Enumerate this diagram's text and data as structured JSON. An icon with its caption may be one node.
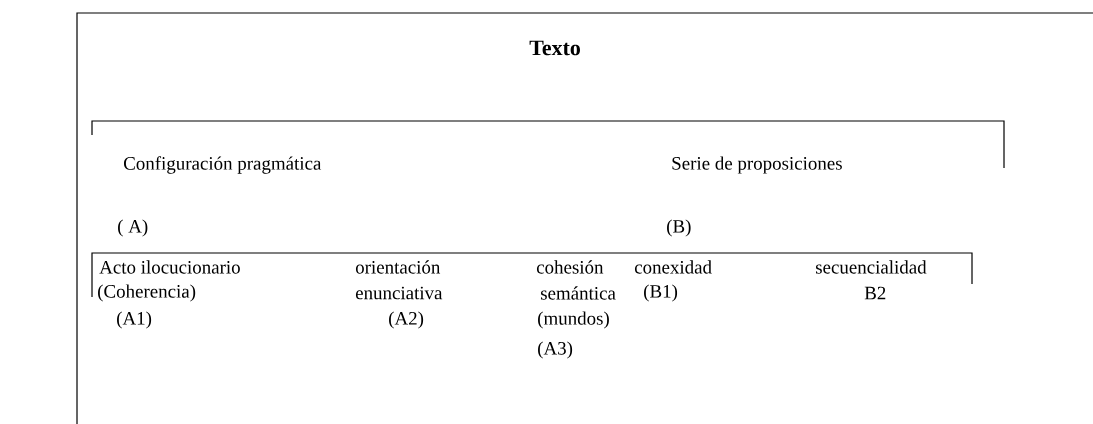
{
  "diagram": {
    "title": "Texto",
    "labels": [
      "Configuración pragmática",
      "Serie de proposiciones",
      "( A)",
      "(B)",
      "Acto ilocucionario",
      "orientación",
      "cohesión",
      "conexidad",
      "secuencialidad",
      "(Coherencia)",
      "enunciativa",
      "semántica",
      "(B1)",
      "B2",
      "(A1)",
      "(A2)",
      "(mundos)",
      "(A3)"
    ]
  }
}
